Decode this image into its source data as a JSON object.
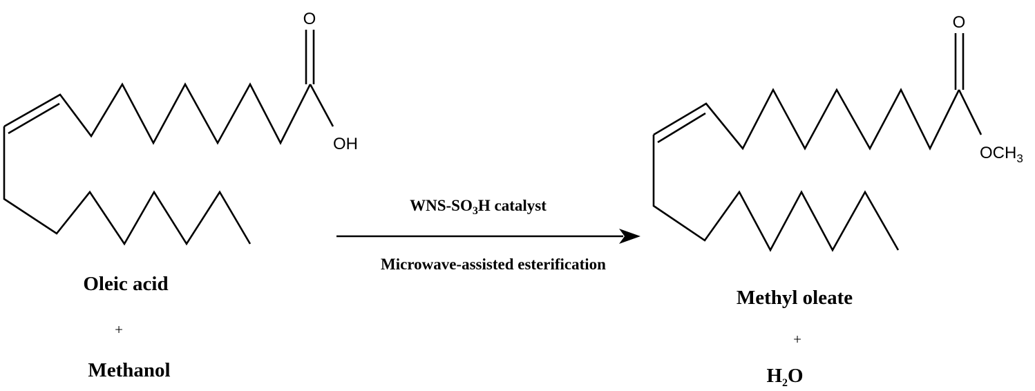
{
  "reactants": {
    "acid": {
      "hydroxyl_label": "OH",
      "carbonyl_oxygen": "O",
      "name": "Oleic acid"
    },
    "plus": "+",
    "alcohol": {
      "name": "Methanol"
    }
  },
  "conditions": {
    "catalyst_prefix": "WNS-SO",
    "catalyst_subscript": "3",
    "catalyst_suffix": "H catalyst",
    "process": "Microwave-assisted esterification"
  },
  "products": {
    "ester": {
      "carbonyl_oxygen": "O",
      "methoxy_main": "OCH",
      "methoxy_subscript": "3",
      "name": "Methyl oleate"
    },
    "plus": "+",
    "water": {
      "h": "H",
      "subscript": "2",
      "o": "O"
    }
  }
}
